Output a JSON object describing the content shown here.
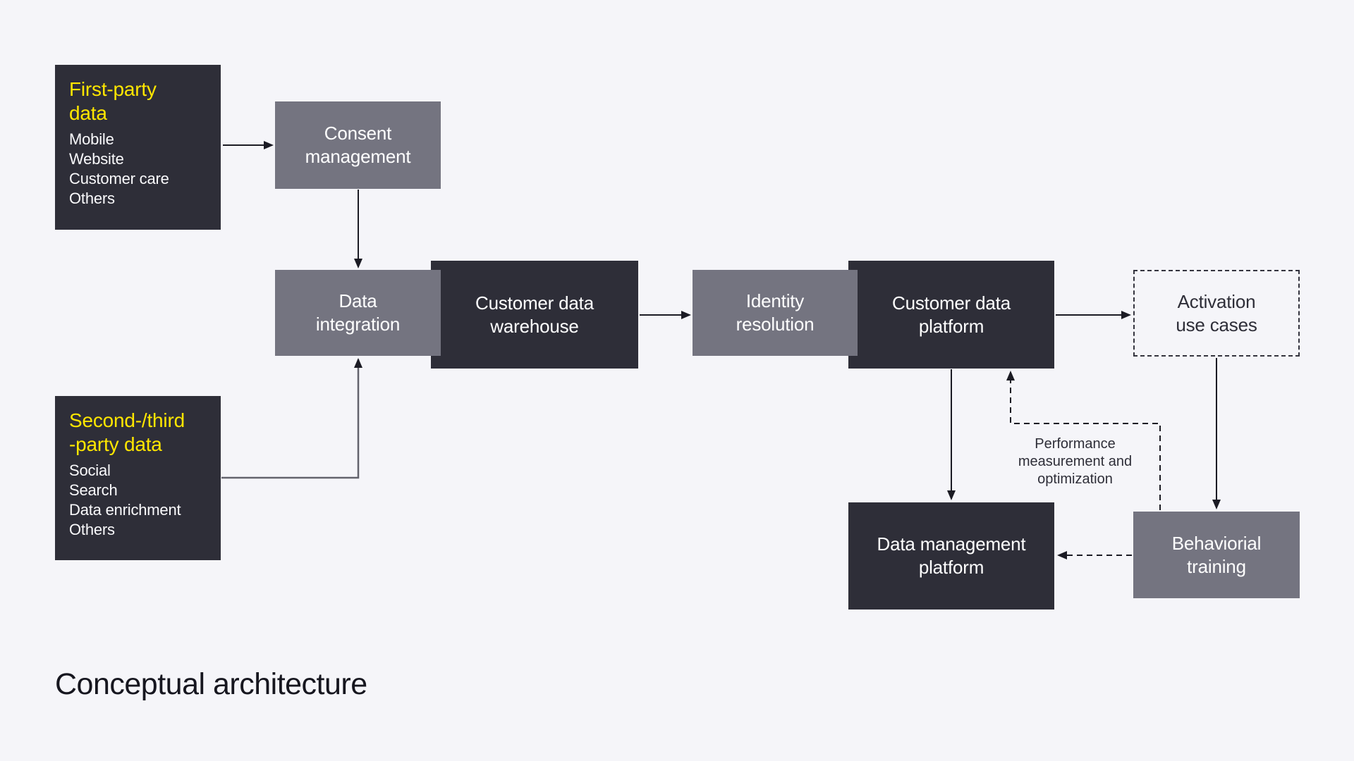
{
  "page": {
    "title": "Conceptual architecture"
  },
  "colors": {
    "background": "#f5f5f9",
    "box_dark": "#2e2e38",
    "box_gray": "#747480",
    "accent_yellow": "#ffe600",
    "text_light": "#ffffff",
    "arrow_dark": "#1b1b24",
    "arrow_soft": "#63636d"
  },
  "nodes": {
    "first_party": {
      "heading": "First-party\ndata",
      "items": [
        "Mobile",
        "Website",
        "Customer care",
        "Others"
      ]
    },
    "second_third_party": {
      "heading": "Second-/third\n-party data",
      "items": [
        "Social",
        "Search",
        "Data enrichment",
        "Others"
      ]
    },
    "consent_management": {
      "label": "Consent\nmanagement"
    },
    "data_integration": {
      "label": "Data\nintegration"
    },
    "customer_data_warehouse": {
      "label": "Customer data\nwarehouse"
    },
    "identity_resolution": {
      "label": "Identity\nresolution"
    },
    "customer_data_platform": {
      "label": "Customer data\nplatform"
    },
    "activation_use_cases": {
      "label": "Activation\nuse cases"
    },
    "data_management_platform": {
      "label": "Data management\nplatform"
    },
    "behavioral_training": {
      "label": "Behaviorial\ntraining"
    }
  },
  "annotations": {
    "performance_note": "Performance\nmeasurement and\noptimization"
  }
}
